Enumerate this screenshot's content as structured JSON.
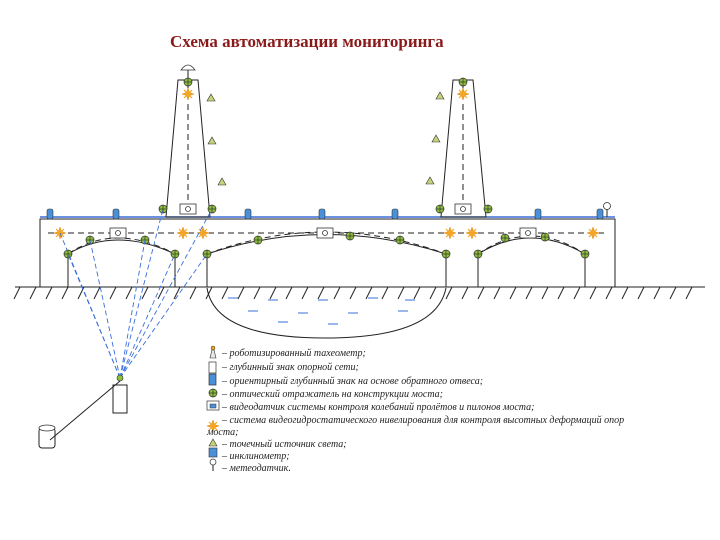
{
  "title": "Схема автоматизации мониторинга",
  "legend": [
    {
      "icon": "total-station-icon",
      "text": "– роботизированный тахеометр;"
    },
    {
      "icon": "deep-benchmark-icon",
      "text": "– глубинный знак опорной сети;"
    },
    {
      "icon": "oriented-benchmark-icon",
      "text": "– ориентирный глубинный знак на основе обратного отвеса;"
    },
    {
      "icon": "optical-reflector-icon",
      "text": "– оптический отражатель на конструкции моста;"
    },
    {
      "icon": "video-sensor-icon",
      "text": "– видеодатчик системы контроля колебаний пролётов и пилонов моста;"
    },
    {
      "icon": "hydrostatic-level-icon",
      "text": "– система видеогидростатического нивелирования для контроля высотных деформаций опор"
    },
    {
      "icon": "",
      "text": "моста;"
    },
    {
      "icon": "light-source-icon",
      "text": "– точечный источник света;"
    },
    {
      "icon": "inclinometer-icon",
      "text": "– инклинометр;"
    },
    {
      "icon": "weather-sensor-icon",
      "text": "– метеодатчик."
    }
  ],
  "colors": {
    "title": "#8a1a1a",
    "line": "#222222",
    "sight_lines": "#3a6fd8",
    "orange_sensor": "#f5a623",
    "green_reflector": "#8dbf3a",
    "blue_benchmark": "#4a90d9",
    "water": "#3a6fd8"
  }
}
